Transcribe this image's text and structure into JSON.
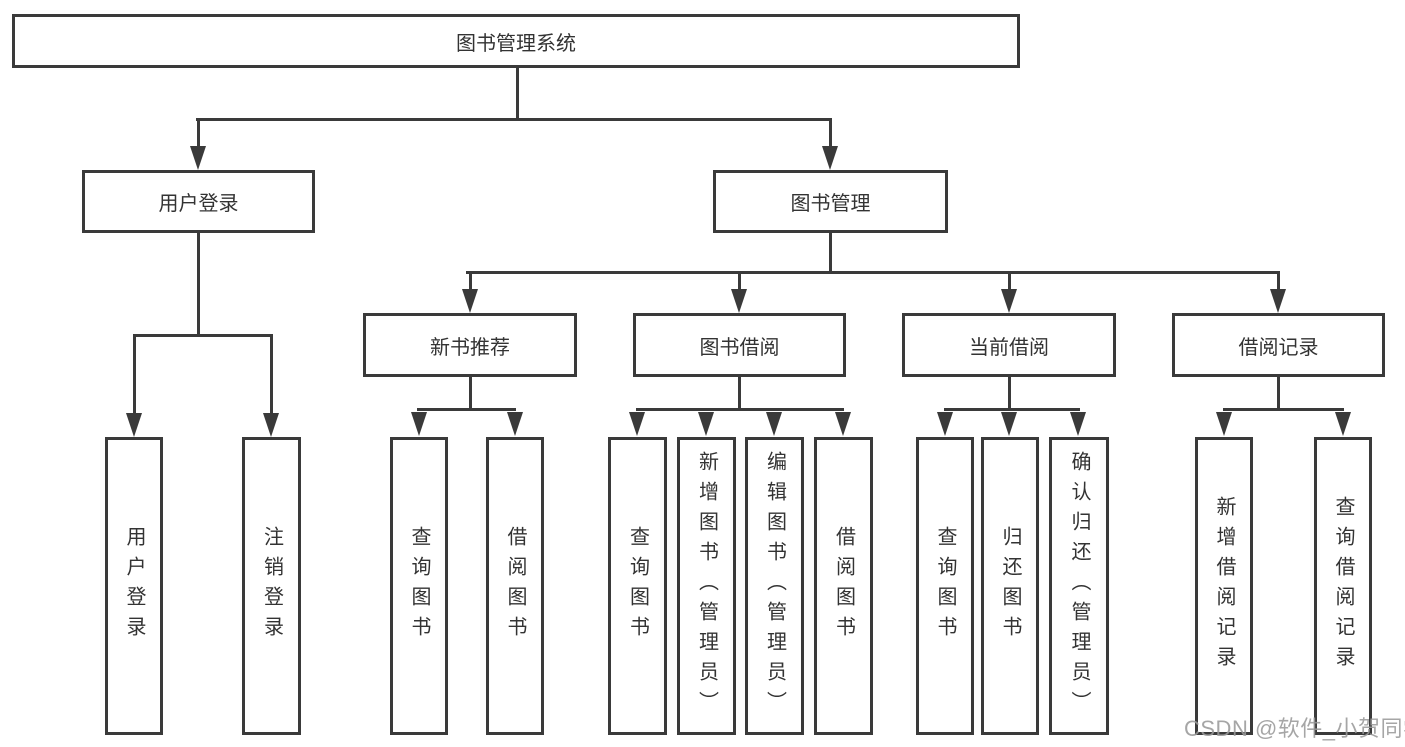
{
  "diagram": {
    "tree": {
      "root": "图书管理系统",
      "children": [
        {
          "label": "用户登录",
          "children": [
            {
              "label": "用户登录"
            },
            {
              "label": "注销登录"
            }
          ]
        },
        {
          "label": "图书管理",
          "children": [
            {
              "label": "新书推荐",
              "children": [
                {
                  "label": "查询图书"
                },
                {
                  "label": "借阅图书"
                }
              ]
            },
            {
              "label": "图书借阅",
              "children": [
                {
                  "label": "查询图书"
                },
                {
                  "label": "新增图书（管理员）"
                },
                {
                  "label": "编辑图书（管理员）"
                },
                {
                  "label": "借阅图书"
                }
              ]
            },
            {
              "label": "当前借阅",
              "children": [
                {
                  "label": "查询图书"
                },
                {
                  "label": "归还图书"
                },
                {
                  "label": "确认归还（管理员）"
                }
              ]
            },
            {
              "label": "借阅记录",
              "children": [
                {
                  "label": "新增借阅记录"
                },
                {
                  "label": "查询借阅记录"
                }
              ]
            }
          ]
        }
      ]
    },
    "line_color": "#3a3a3a",
    "text_color": "#333333",
    "background_color": "#ffffff"
  },
  "watermark": {
    "text": "CSDN @软件_小贺同学",
    "color": "#9a9a9a"
  }
}
